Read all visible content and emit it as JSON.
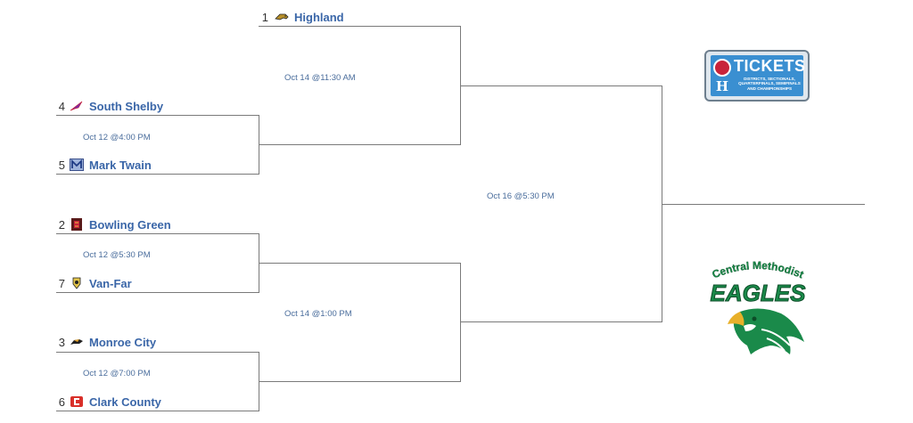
{
  "colors": {
    "line": "#7a7a7a",
    "team_link": "#3a66a8",
    "game_time": "#4a6d9c",
    "eagles_green": "#1a8a4a",
    "tickets_blue": "#3a8fd1"
  },
  "teams": [
    {
      "seed": "1",
      "name": "Highland",
      "logo_icon": "highland-logo-icon"
    },
    {
      "seed": "4",
      "name": "South Shelby",
      "logo_icon": "south-shelby-logo-icon"
    },
    {
      "seed": "5",
      "name": "Mark Twain",
      "logo_icon": "mark-twain-logo-icon"
    },
    {
      "seed": "2",
      "name": "Bowling Green",
      "logo_icon": "bowling-green-logo-icon"
    },
    {
      "seed": "7",
      "name": "Van-Far",
      "logo_icon": "van-far-logo-icon"
    },
    {
      "seed": "3",
      "name": "Monroe City",
      "logo_icon": "monroe-city-logo-icon"
    },
    {
      "seed": "6",
      "name": "Clark County",
      "logo_icon": "clark-county-logo-icon"
    }
  ],
  "games": {
    "qf1": "Oct 12 @4:00 PM",
    "qf2": "Oct 12 @5:30 PM",
    "qf3": "Oct 12 @7:00 PM",
    "sf1": "Oct 14 @11:30 AM",
    "sf2": "Oct 14 @1:00 PM",
    "final": "Oct 16 @5:30 PM"
  },
  "tickets_banner": {
    "title": "TICKETS",
    "subtitle": "DISTRICTS, SECTIONALS, QUARTERFINALS, SEMIFINALS AND CHAMPIONSHIPS",
    "badge_letter": "H"
  },
  "host_logo": {
    "line1": "Central Methodist",
    "line2": "EAGLES"
  }
}
